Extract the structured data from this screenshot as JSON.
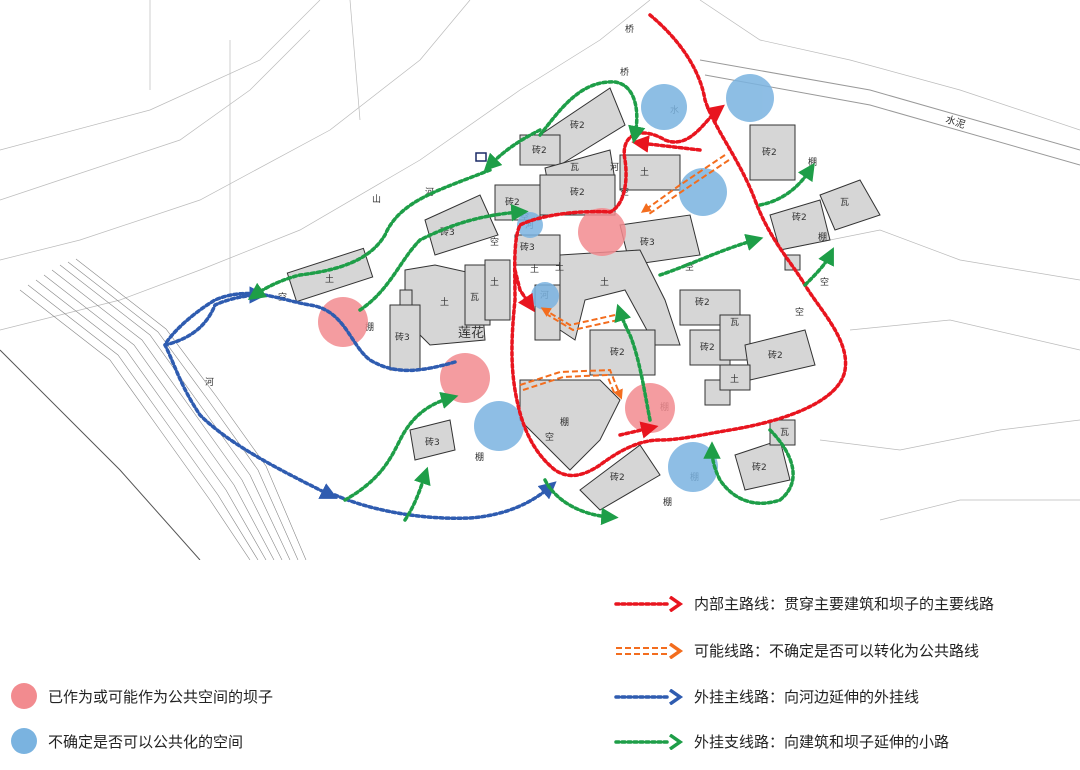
{
  "colors": {
    "inner_route": "#e8151f",
    "possible_route": "#f36d1e",
    "main_external": "#2f5cb0",
    "branch_external": "#1e9e48",
    "courtyard_public": "#f28b8f",
    "uncertain_public": "#7ab3e0",
    "building_fill": "#d6d6d6"
  },
  "map_labels": {
    "village": "莲花",
    "road": "水泥",
    "brick2": "砖2",
    "brick3": "砖3",
    "earth": "土",
    "empty": "空",
    "shed": "棚",
    "tile": "瓦",
    "mountain": "山",
    "river": "河",
    "bridge": "桥",
    "water": "水"
  },
  "legend": {
    "inner_route": "内部主路线：贯穿主要建筑和坝子的主要线路",
    "possible_route": "可能线路：不确定是否可以转化为公共路线",
    "main_external": "外挂主线路：向河边延伸的外挂线",
    "branch_external": "外挂支线路：向建筑和坝子延伸的小路",
    "courtyard_public": "已作为或可能作为公共空间的坝子",
    "uncertain_public": "不确定是否可以公共化的空间"
  }
}
